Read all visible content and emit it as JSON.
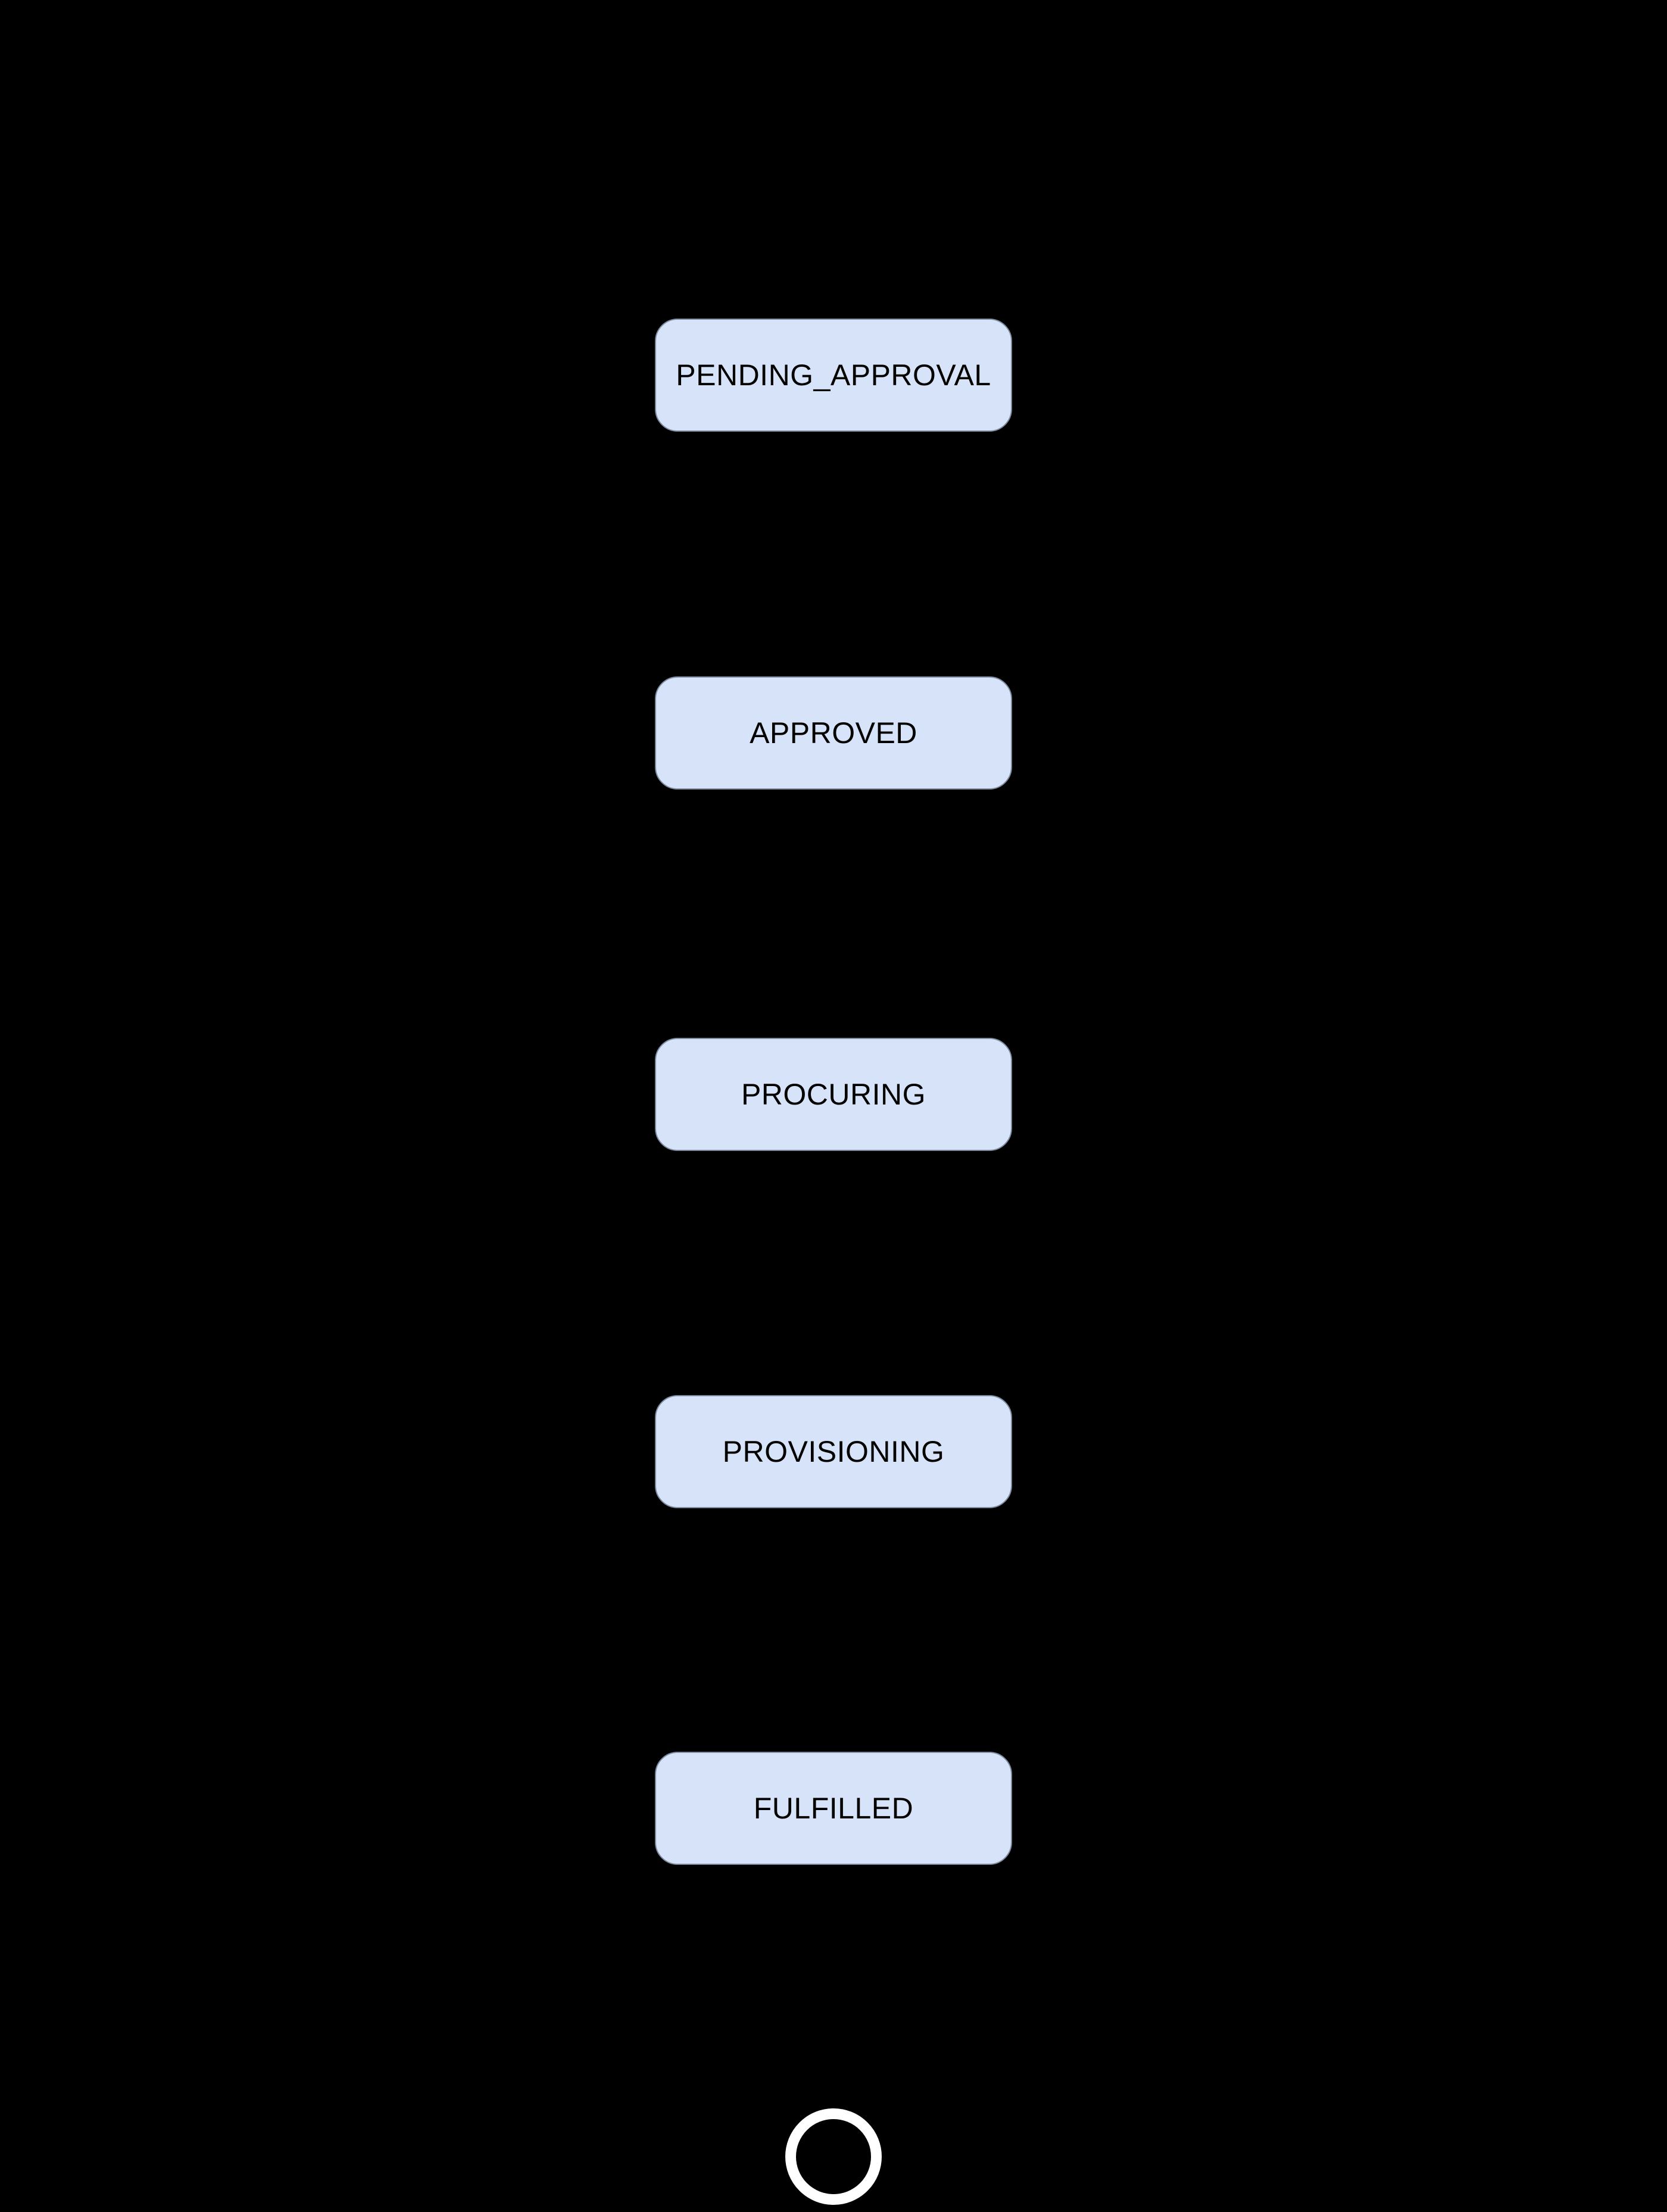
{
  "diagram": {
    "type": "state-diagram",
    "background_color": "#000000",
    "node_fill_color": "#d6e3f8",
    "node_border_color": "#7e8ca0",
    "node_text_color": "#000000",
    "final_state_color": "#ffffff",
    "states": [
      {
        "label": "PENDING_APPROVAL"
      },
      {
        "label": "APPROVED"
      },
      {
        "label": "PROCURING"
      },
      {
        "label": "PROVISIONING"
      },
      {
        "label": "FULFILLED"
      }
    ],
    "final_state": {
      "shape": "ring"
    }
  }
}
